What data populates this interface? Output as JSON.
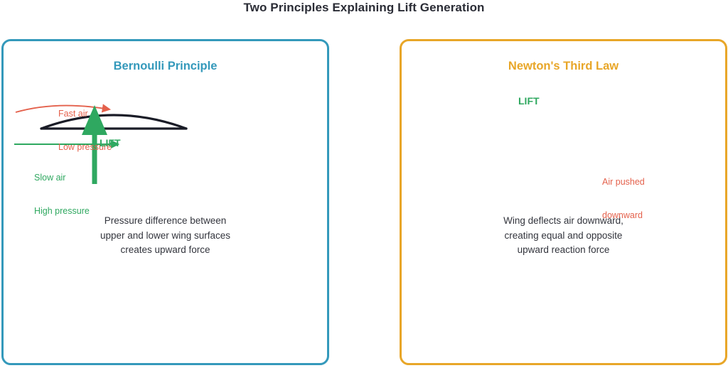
{
  "page": {
    "title": "Two Principles Explaining Lift Generation",
    "background": "#ffffff"
  },
  "colors": {
    "bernoulli_accent": "#3499bb",
    "newton_accent": "#e8a628",
    "lift_green": "#2fa860",
    "air_red": "#e4614c",
    "airfoil_outline": "#1a1c27",
    "body_text": "#33353d",
    "title_text": "#2b2d36"
  },
  "panels": [
    {
      "id": "bernoulli",
      "title": "Bernoulli Principle",
      "accent": "#3499bb",
      "description": [
        "Pressure difference between",
        "upper and lower wing surfaces",
        "creates upward force"
      ],
      "annotations": [
        {
          "name": "fast-air-label",
          "lines": [
            "Fast air",
            "Low pressure"
          ],
          "color": "#e4614c"
        },
        {
          "name": "slow-air-label",
          "lines": [
            "Slow air",
            "High pressure"
          ],
          "color": "#2fa860"
        },
        {
          "name": "lift-label",
          "lines": [
            "LIFT"
          ],
          "color": "#2fa860"
        }
      ]
    },
    {
      "id": "newton",
      "title": "Newton's Third Law",
      "accent": "#e8a628",
      "description": [
        "Wing deflects air downward,",
        "creating equal and opposite",
        "upward reaction force"
      ],
      "annotations": [
        {
          "name": "lift-label",
          "lines": [
            "LIFT"
          ],
          "color": "#2fa860"
        },
        {
          "name": "air-pushed-downward-label",
          "lines": [
            "Air pushed",
            "downward"
          ],
          "color": "#e4614c"
        }
      ]
    }
  ],
  "labels": {
    "fast_air_line1": "Fast air",
    "fast_air_line2": "Low pressure",
    "slow_air_line1": "Slow air",
    "slow_air_line2": "High pressure",
    "lift_left": "LIFT",
    "lift_right": "LIFT",
    "air_pushed_line1": "Air pushed",
    "air_pushed_line2": "downward"
  },
  "descriptions": {
    "bernoulli_line1": "Pressure difference between",
    "bernoulli_line2": "upper and lower wing surfaces",
    "bernoulli_line3": "creates upward force",
    "newton_line1": "Wing deflects air downward,",
    "newton_line2": "creating equal and opposite",
    "newton_line3": "upward reaction force"
  }
}
